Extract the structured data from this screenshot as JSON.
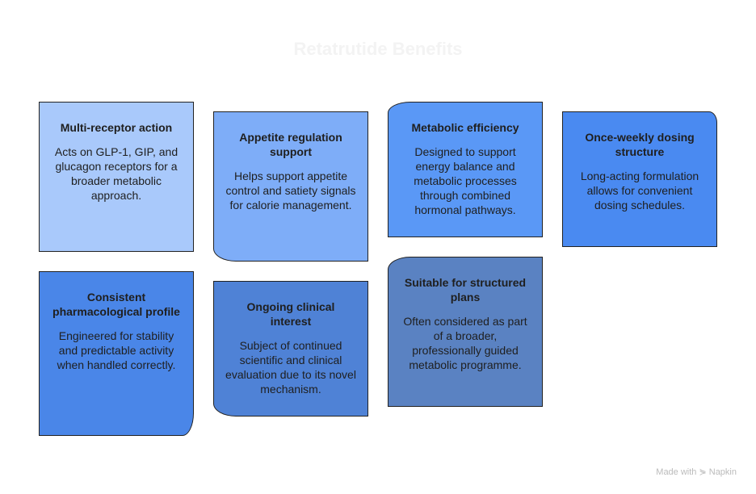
{
  "title": "Retatrutide Benefits",
  "cards": [
    {
      "title": "Multi-receptor action",
      "text": "Acts on GLP-1, GIP, and glucagon receptors for a broader metabolic approach.",
      "color": "#a9c9fb"
    },
    {
      "title": "Appetite regulation support",
      "text": "Helps support appetite control and satiety signals for calorie management.",
      "color": "#7eadf8"
    },
    {
      "title": "Metabolic efficiency",
      "text": "Designed to support energy balance and metabolic processes through combined hormonal pathways.",
      "color": "#5a98f6"
    },
    {
      "title": "Once-weekly dosing structure",
      "text": "Long-acting formulation allows for convenient dosing schedules.",
      "color": "#4a8af1"
    },
    {
      "title": "Consistent pharmacological profile",
      "text": "Engineered for stability and predictable activity when handled correctly.",
      "color": "#4a86e8"
    },
    {
      "title": "Ongoing clinical interest",
      "text": "Subject of continued scientific and clinical evaluation due to its novel mechanism.",
      "color": "#4f82d6"
    },
    {
      "title": "Suitable for structured plans",
      "text": "Often considered as part of a broader, professionally guided metabolic programme.",
      "color": "#5a82c2"
    }
  ],
  "footer": "Made with ⋟ Napkin"
}
